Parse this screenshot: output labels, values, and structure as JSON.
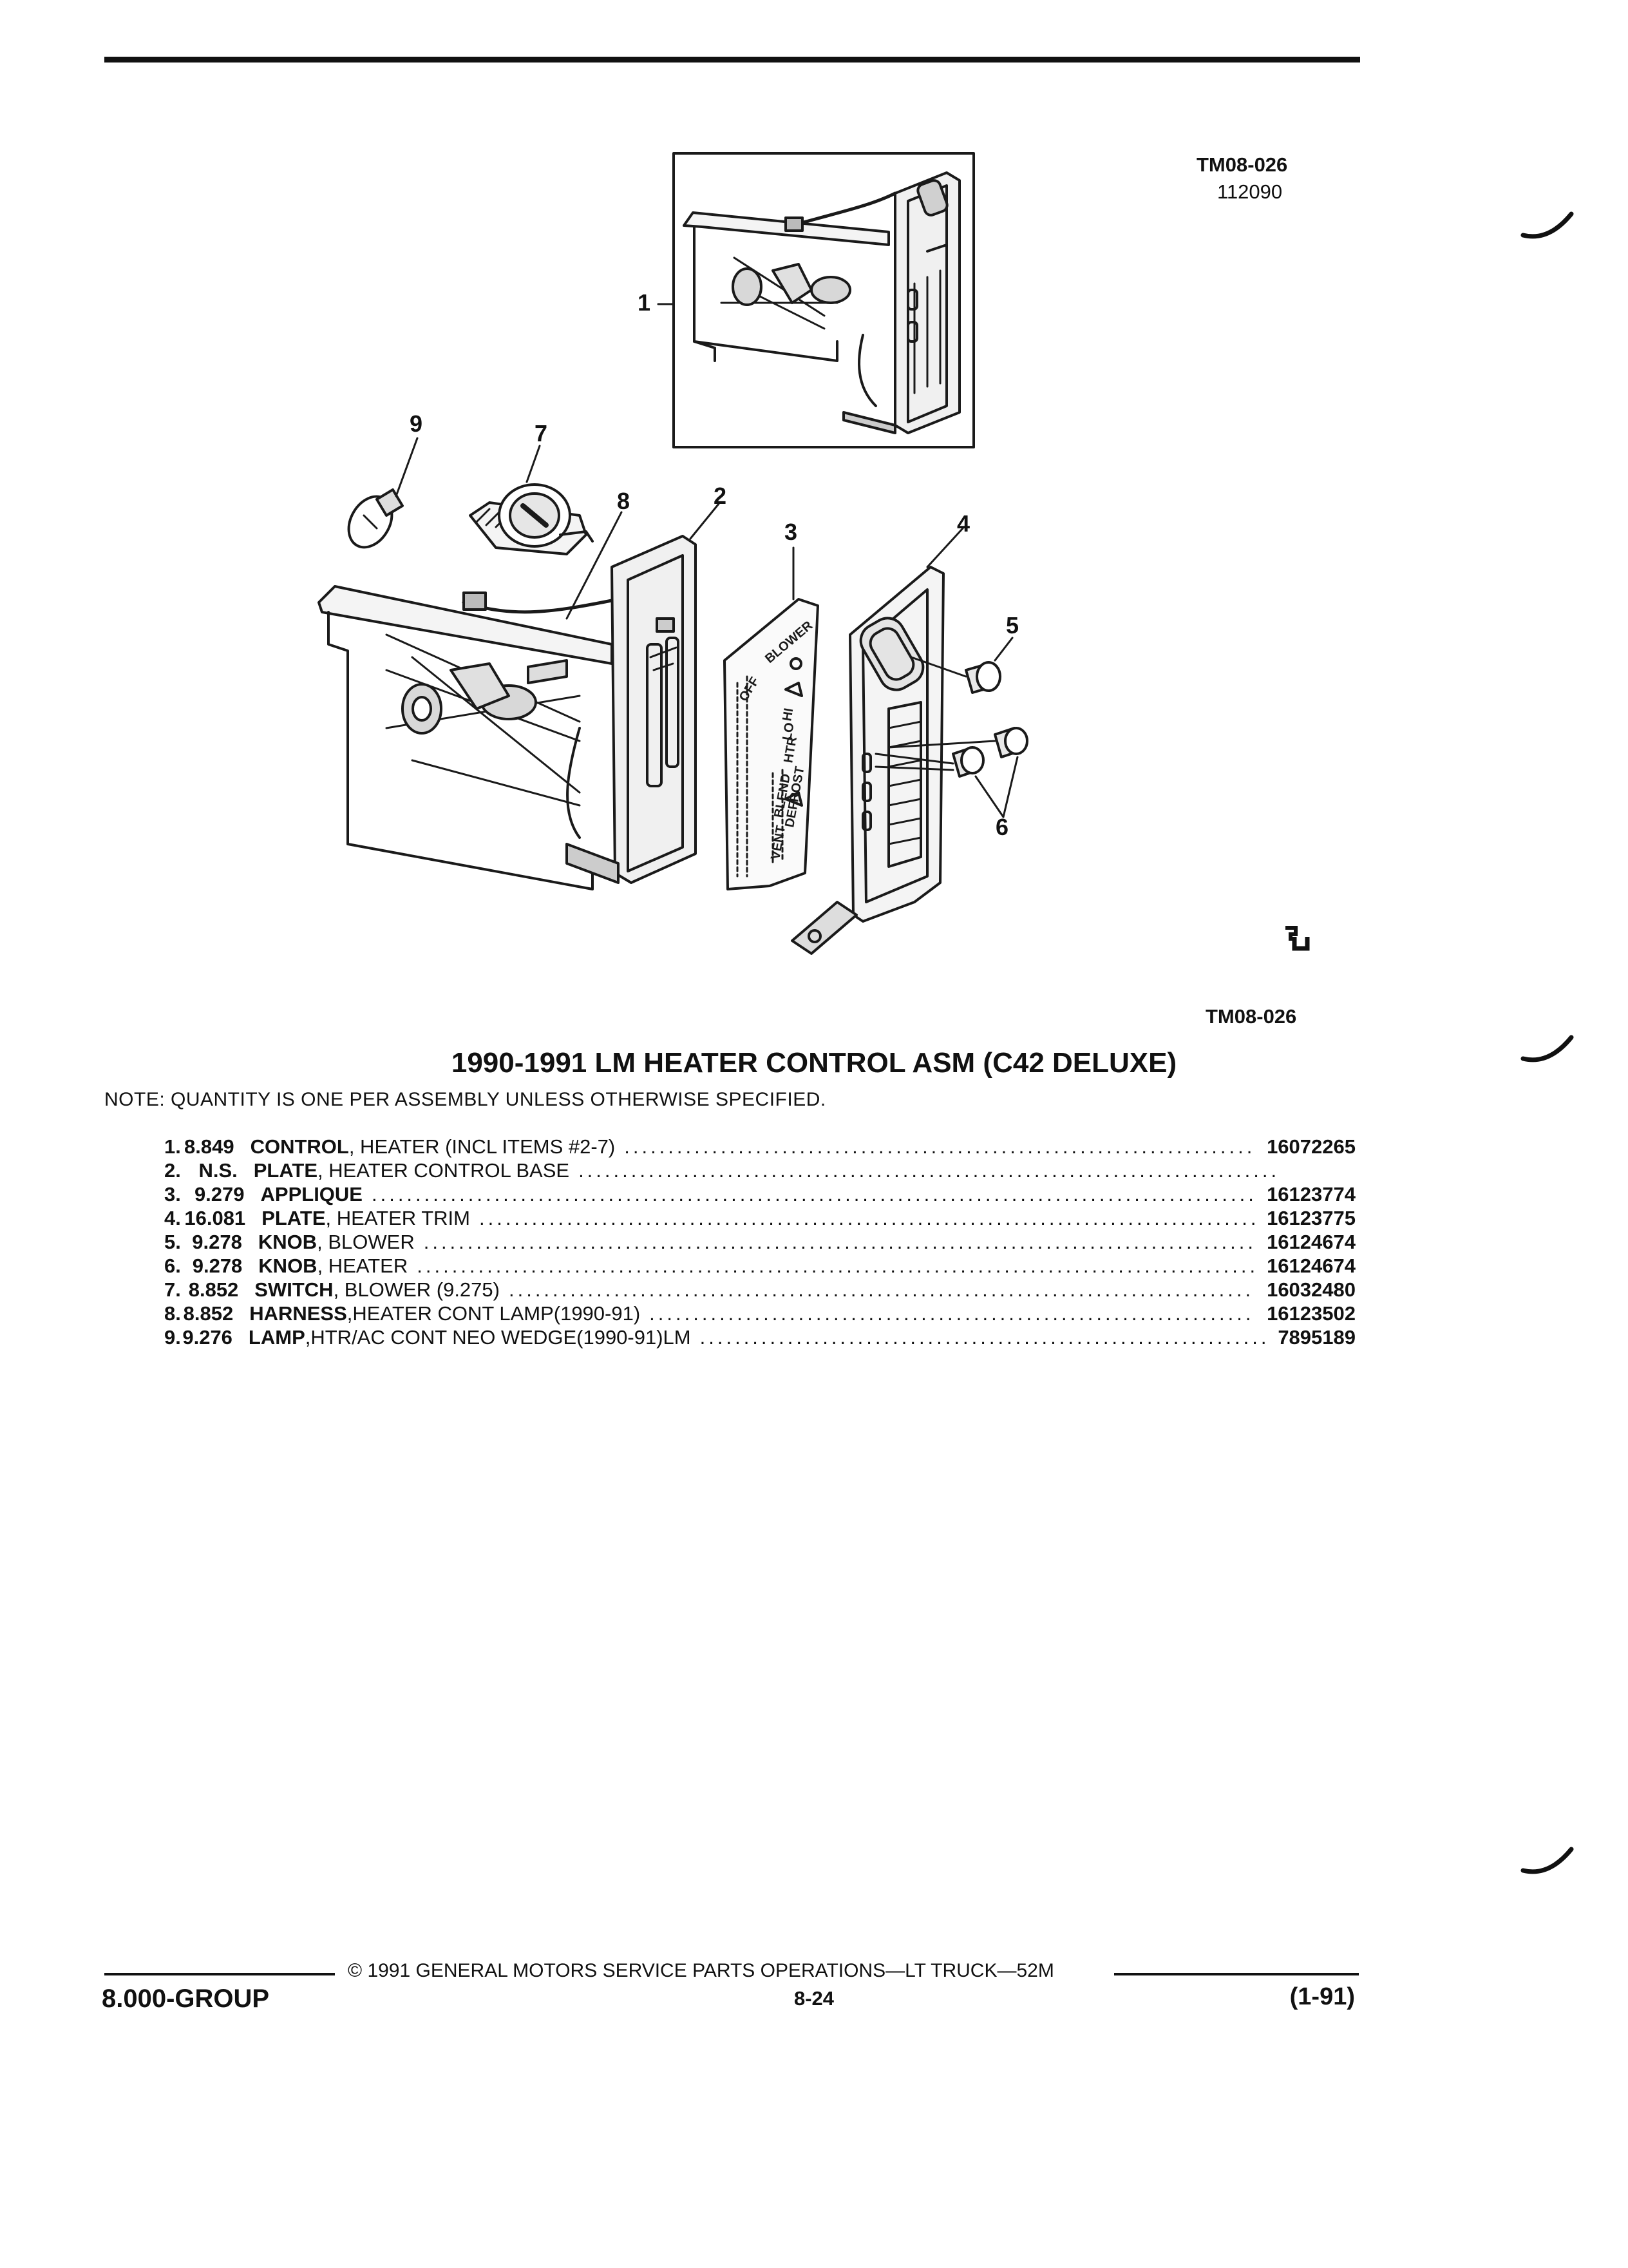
{
  "figure": {
    "id_top": "TM08-026",
    "id_sub": "112090",
    "id_bottom": "TM08-026",
    "callouts": [
      "1",
      "2",
      "3",
      "4",
      "5",
      "6",
      "7",
      "8",
      "9"
    ],
    "applique_text": [
      "OFF",
      "BLOWER",
      "HI",
      "LO",
      "HTR",
      "BLEND",
      "DEFROST",
      "VENT"
    ]
  },
  "title": "1990-1991 LM HEATER CONTROL ASM (C42 DELUXE)",
  "note": "NOTE: QUANTITY IS ONE PER ASSEMBLY UNLESS OTHERWISE SPECIFIED.",
  "parts": [
    {
      "num": "1.",
      "code": "8.849",
      "name": "CONTROL",
      "desc": ", HEATER (INCL ITEMS #2-7)",
      "part": "16072265"
    },
    {
      "num": "2.",
      "code": "N.S.",
      "name": "PLATE",
      "desc": ", HEATER CONTROL BASE",
      "part": ""
    },
    {
      "num": "3.",
      "code": "9.279",
      "name": "APPLIQUE",
      "desc": "",
      "part": "16123774"
    },
    {
      "num": "4.",
      "code": "16.081",
      "name": "PLATE",
      "desc": ", HEATER TRIM",
      "part": "16123775"
    },
    {
      "num": "5.",
      "code": "9.278",
      "name": "KNOB",
      "desc": ", BLOWER",
      "part": "16124674"
    },
    {
      "num": "6.",
      "code": "9.278",
      "name": "KNOB",
      "desc": ", HEATER",
      "part": "16124674"
    },
    {
      "num": "7.",
      "code": "8.852",
      "name": "SWITCH",
      "desc": ", BLOWER (9.275)",
      "part": "16032480"
    },
    {
      "num": "8.",
      "code": "8.852",
      "name": "HARNESS",
      "desc": ",HEATER CONT LAMP(1990-91)",
      "part": "16123502"
    },
    {
      "num": "9.",
      "code": "9.276",
      "name": "LAMP",
      "desc": ",HTR/AC CONT NEO WEDGE(1990-91)LM",
      "part": "7895189"
    }
  ],
  "footer": {
    "copyright": "© 1991 GENERAL MOTORS SERVICE PARTS OPERATIONS—LT TRUCK—52M",
    "group": "8.000-GROUP",
    "page": "8-24",
    "date": "(1-91)"
  }
}
